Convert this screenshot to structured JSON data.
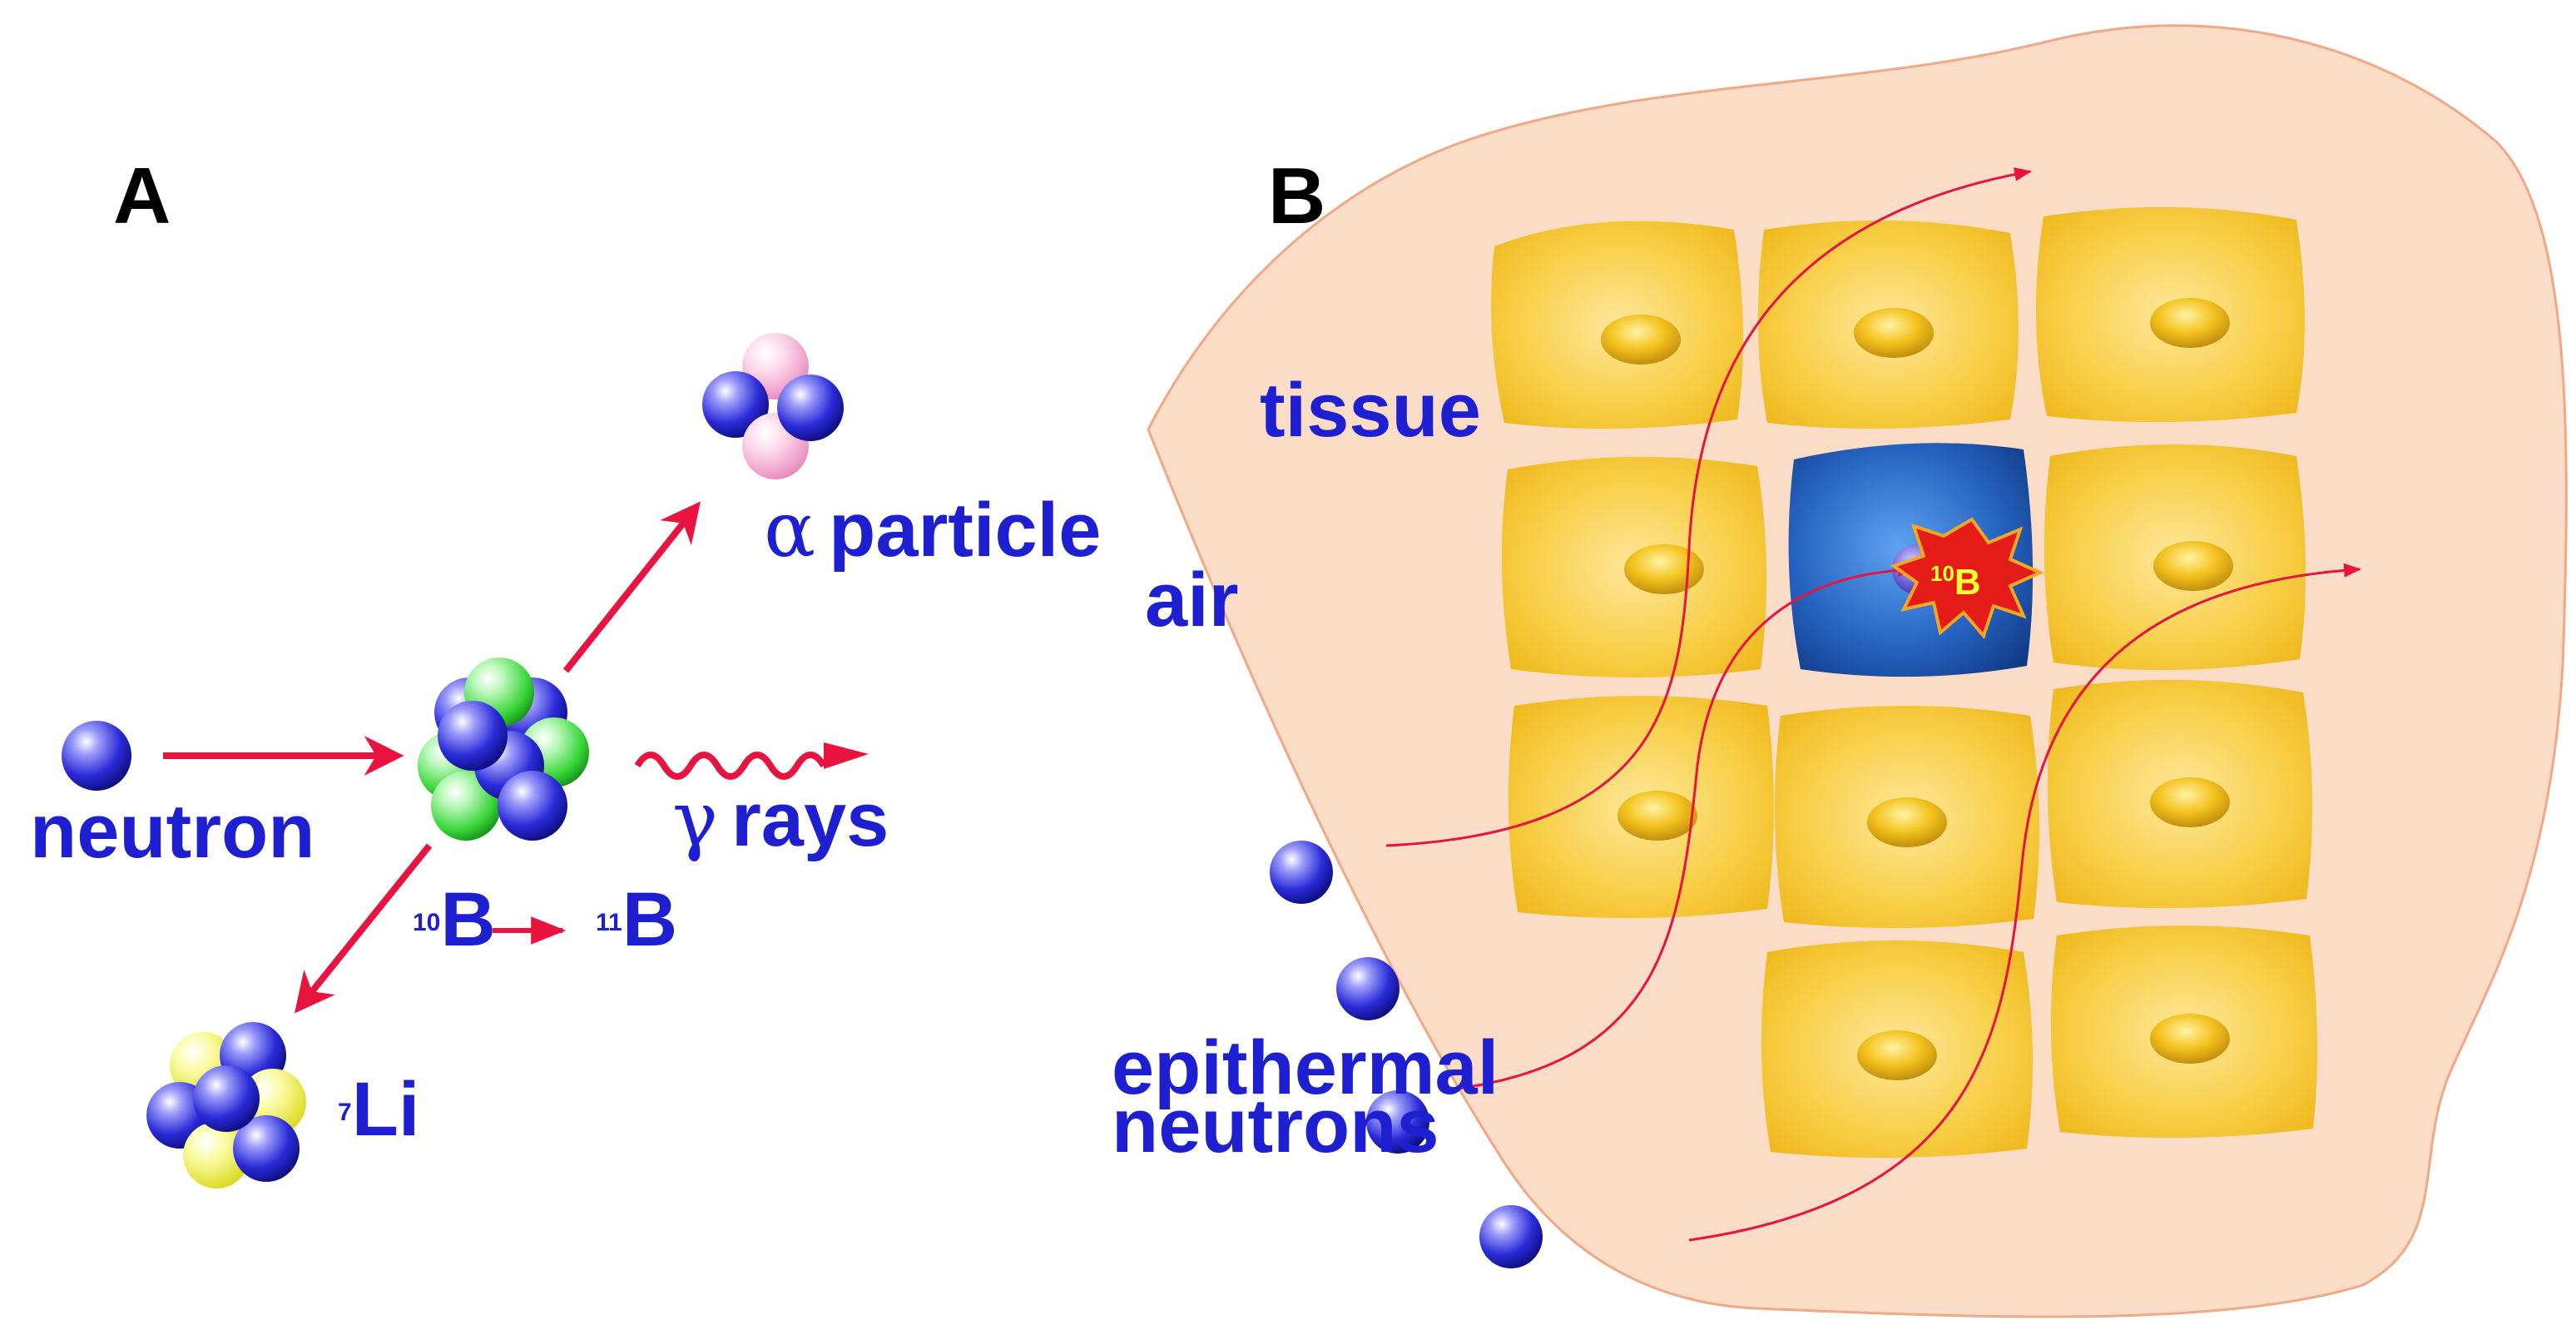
{
  "panel_a": {
    "letter": "A",
    "labels": {
      "neutron": "neutron",
      "alpha_symbol": "α",
      "alpha_word": "particle",
      "gamma_symbol": "γ",
      "gamma_word": "rays",
      "b10_sup": "10",
      "b10_base": "B",
      "b11_sup": "11",
      "b11_base": "B",
      "li7_sup": "7",
      "li_base": "Li"
    }
  },
  "panel_b": {
    "letter": "B",
    "labels": {
      "tissue": "tissue",
      "air": "air",
      "epithermal_line1": "epithermal",
      "epithermal_line2": "neutrons",
      "boron_sup": "10",
      "boron_base": "B"
    }
  },
  "colors": {
    "neutron_blue": "#2b2bd9",
    "proton_green": "#35d435",
    "proton_pink": "#f5a8d0",
    "proton_yellow": "#f2f23a",
    "arrow_red": "#e8133f",
    "label_blue": "#1f1fd2",
    "tissue": "#fbdcc6",
    "tissue_outline": "#f0a886",
    "cell_gold": "#f7c62e",
    "target_cell": "#1d4f9e",
    "burst_red": "#e41b17",
    "burst_text": "#ffff33"
  }
}
